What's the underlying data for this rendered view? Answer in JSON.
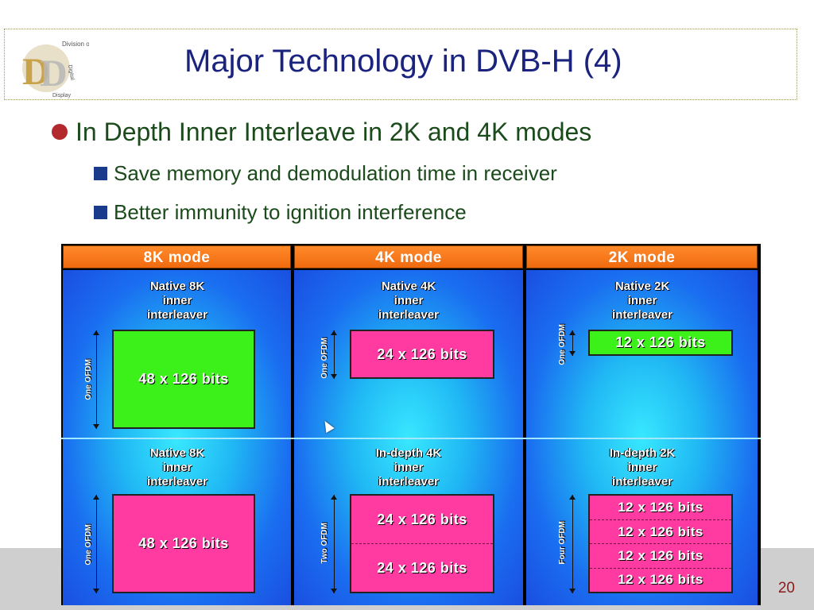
{
  "slide": {
    "title": "Major Technology in DVB-H (4)",
    "page_number": "20",
    "logo": {
      "letters": "DD",
      "text": "Division of Digital Display",
      "icon": "dd-logo-icon"
    },
    "bullet": "In Depth Inner Interleave in 2K and 4K modes",
    "sub_bullets": [
      "Save memory and demodulation time in receiver",
      "Better immunity to ignition interference"
    ],
    "colors": {
      "title": "#1a237e",
      "text": "#1b4a1b",
      "bullet_dot": "#b3282d",
      "sub_bullet_square": "#1a3a8c",
      "header_orange": "#f06a10",
      "green_box": "#3cf01a",
      "pink_box": "#ff3aa0"
    }
  },
  "figure": {
    "modes": [
      {
        "header": "8K mode",
        "top_label": [
          "Native 8K",
          "inner",
          "interleaver"
        ],
        "top_side": "One OFDM",
        "top_blocks": [
          "48 x 126 bits"
        ],
        "bottom_label": [
          "Native 8K",
          "inner",
          "interleaver"
        ],
        "bottom_side": "One OFDM",
        "bottom_blocks": [
          "48 x 126 bits"
        ]
      },
      {
        "header": "4K mode",
        "top_label": [
          "Native 4K",
          "inner",
          "interleaver"
        ],
        "top_side": "One OFDM",
        "top_blocks": [
          "24 x 126 bits"
        ],
        "bottom_label": [
          "In-depth 4K",
          "inner",
          "interleaver"
        ],
        "bottom_side": "Two OFDM",
        "bottom_blocks": [
          "24 x 126 bits",
          "24 x 126 bits"
        ]
      },
      {
        "header": "2K mode",
        "top_label": [
          "Native 2K",
          "inner",
          "interleaver"
        ],
        "top_side": "One OFDM",
        "top_blocks": [
          "12 x 126 bits"
        ],
        "bottom_label": [
          "In-depth 2K",
          "inner",
          "interleaver"
        ],
        "bottom_side": "Four OFDM",
        "bottom_blocks": [
          "12 x 126 bits",
          "12 x 126 bits",
          "12 x 126 bits",
          "12 x 126 bits"
        ]
      }
    ]
  }
}
